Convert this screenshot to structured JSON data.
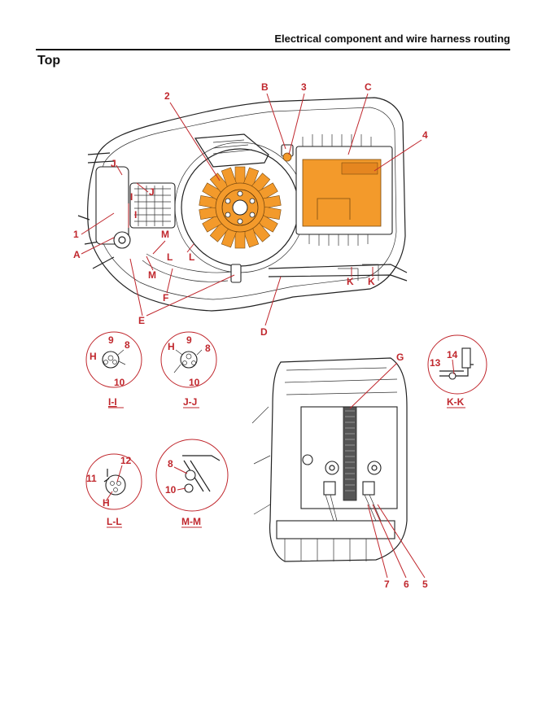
{
  "page": {
    "header_title": "Electrical component and wire harness routing",
    "section_title": "Top"
  },
  "figure": {
    "callouts": {
      "n1": "1",
      "n2": "2",
      "n3": "3",
      "n4": "4",
      "n5": "5",
      "n6": "6",
      "n7": "7",
      "A": "A",
      "B": "B",
      "C": "C",
      "D": "D",
      "E": "E",
      "F": "F",
      "G": "G",
      "I_1": "I",
      "I_2": "I",
      "J_1": "J",
      "J_2": "J",
      "K_1": "K",
      "K_2": "K",
      "L_1": "L",
      "L_2": "L",
      "M_1": "M",
      "M_2": "M"
    },
    "details": [
      {
        "id": "I-I",
        "caption": "I-I",
        "labels": [
          "9",
          "8",
          "H",
          "10"
        ]
      },
      {
        "id": "J-J",
        "caption": "J-J",
        "labels": [
          "9",
          "8",
          "H",
          "10"
        ]
      },
      {
        "id": "K-K",
        "caption": "K-K",
        "labels": [
          "14",
          "13"
        ]
      },
      {
        "id": "L-L",
        "caption": "L-L",
        "labels": [
          "12",
          "11",
          "H"
        ]
      },
      {
        "id": "M-M",
        "caption": "M-M",
        "labels": [
          "8",
          "10"
        ]
      }
    ],
    "colors": {
      "callout": "#c0272d",
      "highlight": "#f39a2b",
      "line": "#222222"
    }
  }
}
